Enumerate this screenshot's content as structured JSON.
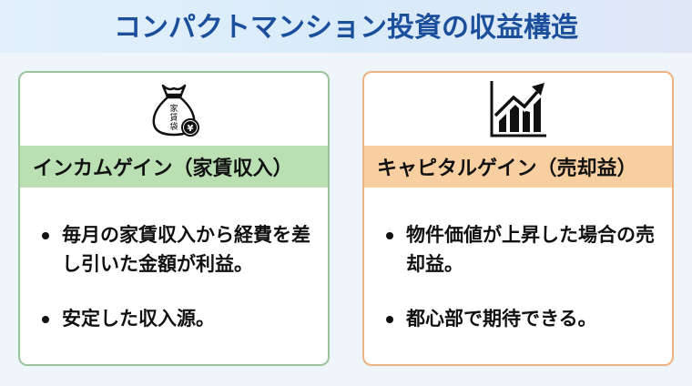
{
  "header": {
    "title": "コンパクトマンション投資の収益構造"
  },
  "cards": [
    {
      "icon": "money-bag-yen-icon",
      "icon_label": "家賃袋",
      "icon_currency": "¥",
      "heading": "インカムゲイン（家賃収入）",
      "bullets": [
        "毎月の家賃収入から経費を差し引いた金額が利益。",
        "安定した収入源。"
      ],
      "accent_color": "#b9dfb3",
      "border_color": "#9cc49a"
    },
    {
      "icon": "rising-chart-icon",
      "heading": "キャピタルゲイン（売却益）",
      "bullets": [
        "物件価値が上昇した場合の売却益。",
        "都心部で期待できる。"
      ],
      "accent_color": "#f8cfa1",
      "border_color": "#eeb383"
    }
  ],
  "colors": {
    "title": "#1b4f9c",
    "background": "#eef5fb"
  }
}
